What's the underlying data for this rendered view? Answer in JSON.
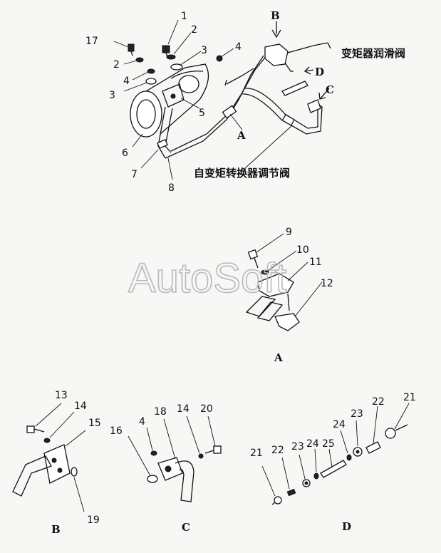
{
  "watermark": "AutoSoft",
  "labels_cn": {
    "lube_valve": "变矩器润滑阀",
    "regulator_valve": "自变矩转换器调节阀"
  },
  "view_letters": {
    "A": "A",
    "B": "B",
    "C": "C",
    "D": "D"
  },
  "section_titles": {
    "A": "A",
    "B": "B",
    "C": "C",
    "D": "D"
  },
  "main_numbers": [
    "17",
    "1",
    "2",
    "2",
    "3",
    "4",
    "4",
    "3",
    "5",
    "6",
    "7",
    "8"
  ],
  "detail_a_numbers": [
    "9",
    "10",
    "11",
    "12"
  ],
  "detail_b_numbers": [
    "13",
    "14",
    "15",
    "19"
  ],
  "detail_c_numbers": [
    "16",
    "4",
    "18",
    "14",
    "20"
  ],
  "detail_d_numbers": [
    "21",
    "22",
    "23",
    "24",
    "25",
    "24",
    "23",
    "22",
    "21"
  ]
}
